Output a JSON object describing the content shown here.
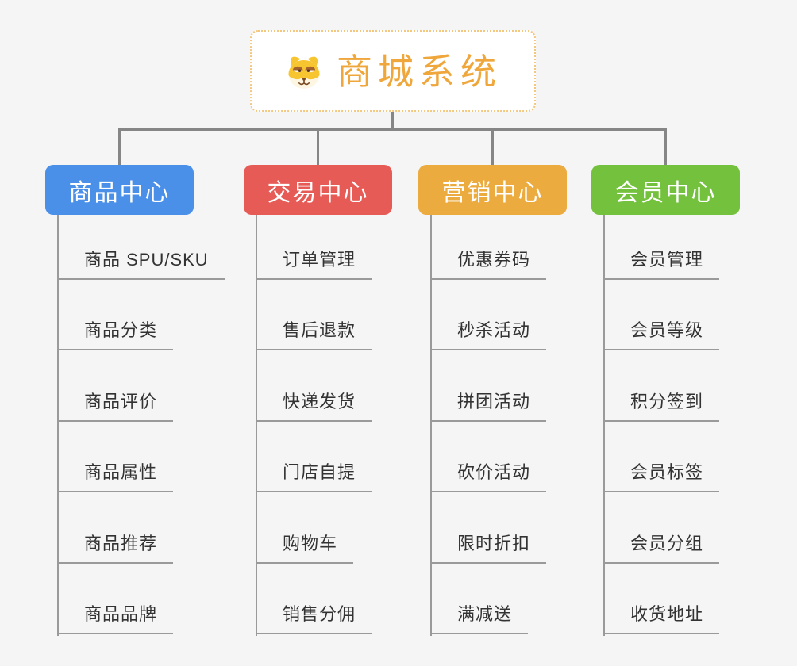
{
  "root": {
    "title": "商城系统",
    "icon": "dog-face-icon"
  },
  "branches": [
    {
      "label": "商品中心",
      "color": "#4a8fe8",
      "children": [
        "商品 SPU/SKU",
        "商品分类",
        "商品评价",
        "商品属性",
        "商品推荐",
        "商品品牌"
      ]
    },
    {
      "label": "交易中心",
      "color": "#e65b56",
      "children": [
        "订单管理",
        "售后退款",
        "快递发货",
        "门店自提",
        "购物车",
        "销售分佣"
      ]
    },
    {
      "label": "营销中心",
      "color": "#ecab3f",
      "children": [
        "优惠券码",
        "秒杀活动",
        "拼团活动",
        "砍价活动",
        "限时折扣",
        "满减送"
      ]
    },
    {
      "label": "会员中心",
      "color": "#73c13d",
      "children": [
        "会员管理",
        "会员等级",
        "积分签到",
        "会员标签",
        "会员分组",
        "收货地址"
      ]
    }
  ],
  "colors": {
    "background": "#f5f5f5",
    "connector": "#868686",
    "underline": "#9a9a9a",
    "root_accent": "#efa73c",
    "root_border": "#f3c77e",
    "child_text": "#333333"
  }
}
